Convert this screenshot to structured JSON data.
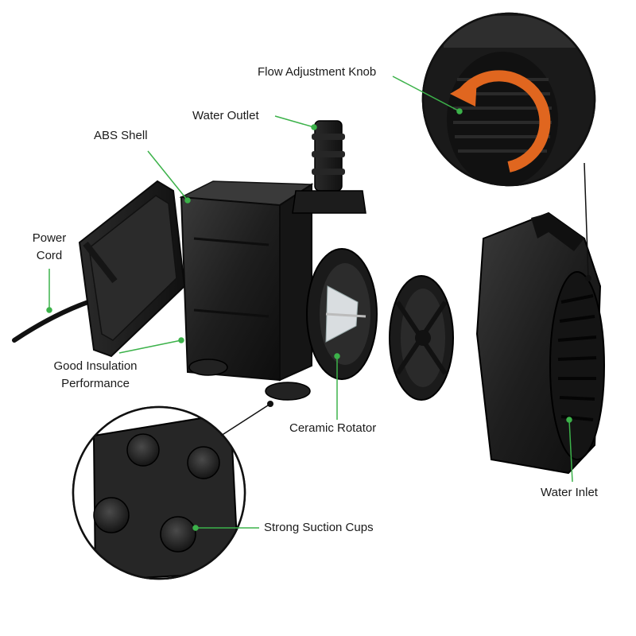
{
  "labels": {
    "flow_knob": "Flow Adjustment Knob",
    "water_outlet": "Water Outlet",
    "abs_shell": "ABS Shell",
    "power_cord_line1": "Power",
    "power_cord_line2": "Cord",
    "insulation_line1": "Good Insulation",
    "insulation_line2": "Performance",
    "ceramic_rotator": "Ceramic Rotator",
    "suction_cups": "Strong Suction Cups",
    "water_inlet": "Water Inlet"
  },
  "colors": {
    "callout_line": "#3cb24a",
    "body": "#1e1e1e",
    "knob_arrow": "#e0661f",
    "background": "#ffffff"
  }
}
